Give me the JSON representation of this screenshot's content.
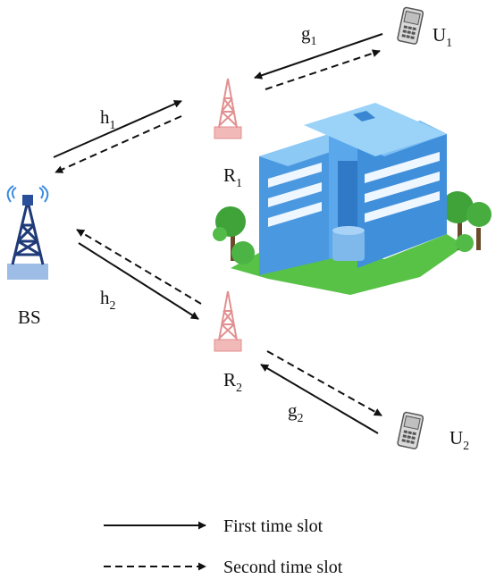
{
  "nodes": {
    "bs": {
      "label": "BS"
    },
    "r1": {
      "label": "R",
      "sub": "1"
    },
    "r2": {
      "label": "R",
      "sub": "2"
    },
    "u1": {
      "label": "U",
      "sub": "1"
    },
    "u2": {
      "label": "U",
      "sub": "2"
    }
  },
  "links": {
    "h1": {
      "label": "h",
      "sub": "1"
    },
    "h2": {
      "label": "h",
      "sub": "2"
    },
    "g1": {
      "label": "g",
      "sub": "1"
    },
    "g2": {
      "label": "g",
      "sub": "2"
    }
  },
  "legend": {
    "first": "First time slot",
    "second": "Second time slot"
  },
  "colors": {
    "tower_bs": "#1e3a78",
    "tower_bs_base": "#9dbce6",
    "tower_relay": "#e28f8f",
    "building_main": "#4a98e0",
    "building_dark": "#2f79c6",
    "building_roof": "#8cc9f5",
    "tree": "#3fa33a",
    "grass": "#58c247",
    "arrow": "#111111"
  }
}
